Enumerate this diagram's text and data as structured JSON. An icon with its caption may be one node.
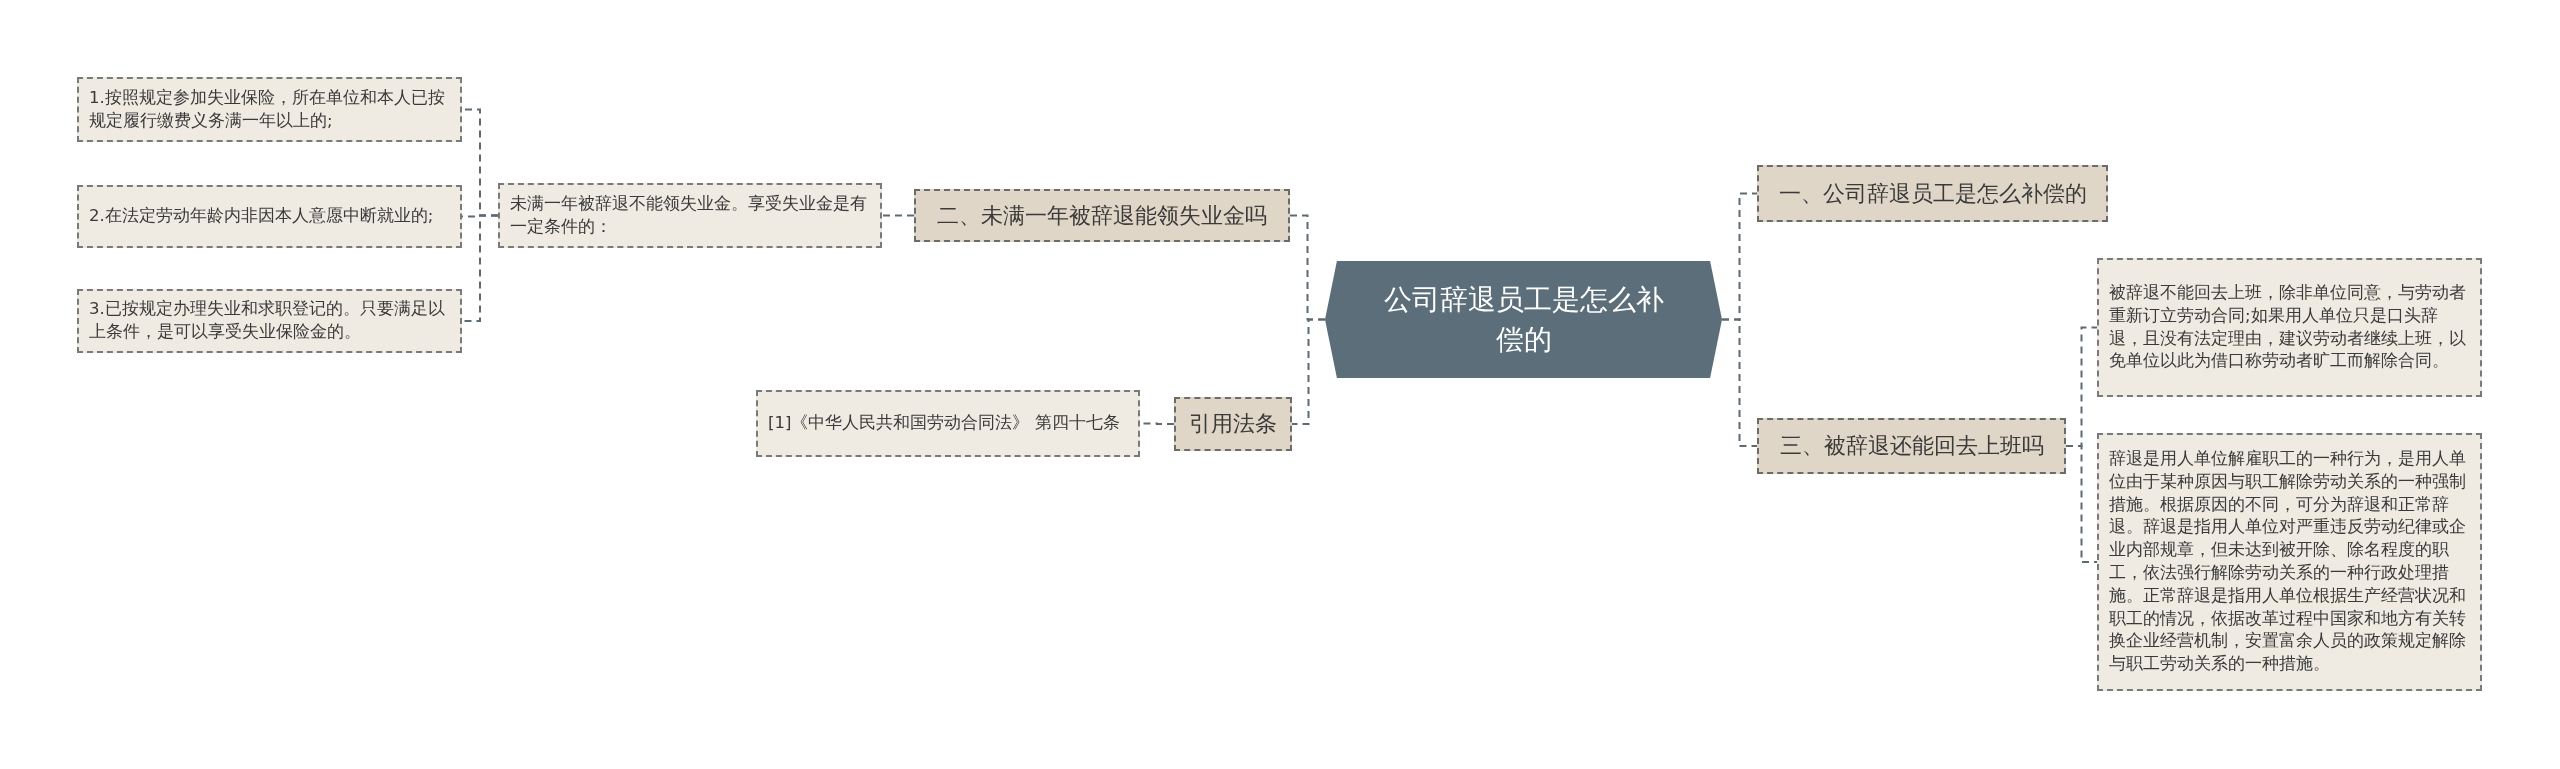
{
  "diagram": {
    "nodes": [
      {
        "text": [
          "公司辞退员工是怎么补偿的"
        ]
      },
      {
        "text": [
          "二、未满一年被辞退能领失业金吗"
        ]
      },
      {
        "text": [
          "未满一年被辞退不能领失业金。享受失业金是有一定条件的："
        ]
      },
      {
        "text": [
          "1.按照规定参加失业保险，所在单位和本人已按规定履行缴费义务满一年以上的;"
        ]
      },
      {
        "text": [
          "2.在法定劳动年龄内非因本人意愿中断就业的;"
        ]
      },
      {
        "text": [
          "3.已按规定办理失业和求职登记的。只要满足以上条件，是可以享受失业保险金的。"
        ]
      },
      {
        "text": [
          "引用法条"
        ]
      },
      {
        "text": [
          "[1]《中华人民共和国劳动合同法》 第四十七条"
        ]
      },
      {
        "text": [
          "一、公司辞退员工是怎么补偿的"
        ]
      },
      {
        "text": [
          "三、被辞退还能回去上班吗"
        ]
      },
      {
        "text": [
          "被辞退不能回去上班，除非单位同意，与劳动者重新订立劳动合同;如果用人单位只是口头辞退，且没有法定理由，建议劳动者继续上班，以免单位以此为借口称劳动者旷工而解除合同。"
        ]
      },
      {
        "text": [
          "辞退是用人单位解雇职工的一种行为，是用人单位由于某种原因与职工解除劳动关系的一种强制措施。根据原因的不同，可分为辞退和正常辞退。辞退是指用人单位对严重违反劳动纪律或企业内部规章，但未达到被开除、除名程度的职工，依法强行解除劳动关系的一种行政处理措施。正常辞退是指用人单位根据生产经营状况和职工的情况，依据改革过程中国家和地方有关转换企业经营机制，安置富余人员的政策规定解除与职工劳动关系的一种措施。"
        ]
      }
    ],
    "edges": [
      {
        "from": 0,
        "to": 1,
        "arrow": "none"
      },
      {
        "from": 1,
        "to": 2,
        "arrow": "none"
      },
      {
        "from": 2,
        "to": 3,
        "arrow": "none"
      },
      {
        "from": 2,
        "to": 4,
        "arrow": "none"
      },
      {
        "from": 2,
        "to": 5,
        "arrow": "none"
      },
      {
        "from": 0,
        "to": 6,
        "arrow": "none"
      },
      {
        "from": 6,
        "to": 7,
        "arrow": "none"
      },
      {
        "from": 0,
        "to": 8,
        "arrow": "none"
      },
      {
        "from": 0,
        "to": 9,
        "arrow": "none"
      },
      {
        "from": 9,
        "to": 10,
        "arrow": "none"
      },
      {
        "from": 9,
        "to": 11,
        "arrow": "none"
      }
    ]
  }
}
